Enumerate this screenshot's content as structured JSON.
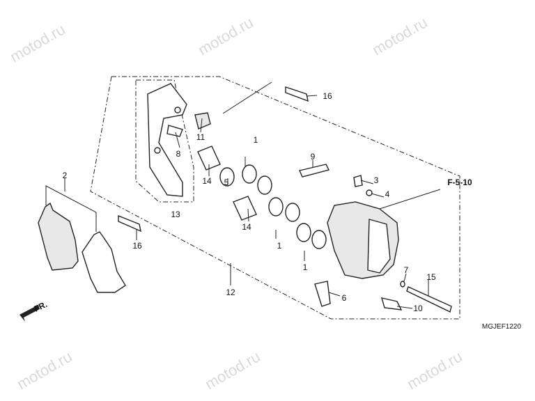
{
  "watermark": "motod.ru",
  "reference_label": "F-5-10",
  "diagram_code": "MGJEF1220",
  "front_indicator": "FR.",
  "callouts": {
    "1a": "1",
    "1b": "1",
    "1c": "1",
    "2": "2",
    "3": "3",
    "4": "4",
    "5": "5",
    "6": "6",
    "7": "7",
    "8": "8",
    "9": "9",
    "10": "10",
    "11": "11",
    "12": "12",
    "13": "13",
    "14a": "14",
    "14b": "14",
    "15": "15",
    "16a": "16",
    "16b": "16"
  }
}
